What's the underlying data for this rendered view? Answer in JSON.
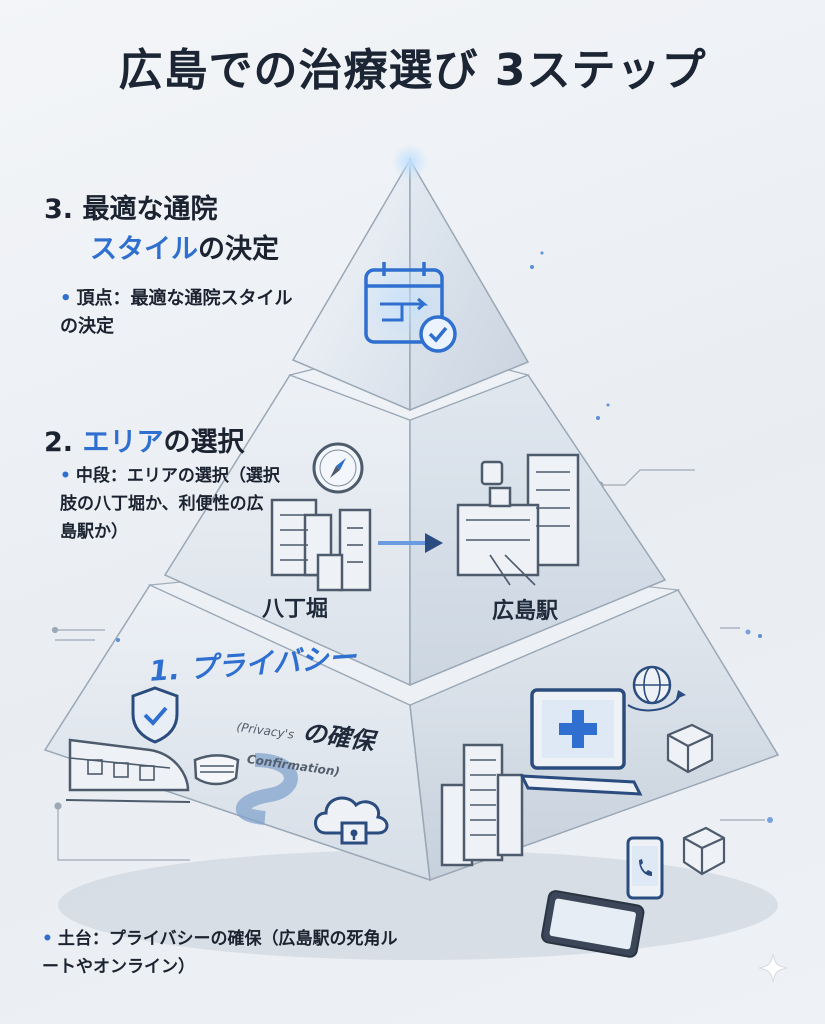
{
  "title": "広島での治療選び 3ステップ",
  "step3": {
    "heading_prefix": "3. 最適な通院",
    "heading_accent": "スタイル",
    "heading_suffix": "の決定",
    "bullet": "頂点：最適な通院スタイルの決定"
  },
  "step2": {
    "heading_prefix": "2. ",
    "heading_accent": "エリア",
    "heading_suffix": "の選択",
    "bullet": "中段：エリアの選択（選択肢の八丁堀か、利便性の広島駅か）",
    "label_left": "八丁堀",
    "label_right": "広島駅"
  },
  "step1": {
    "heading": "1. プライバシー",
    "heading_suffix": "の確保",
    "english_open": "(Privacy's",
    "english_close": "Confirmation)",
    "bullet": "土台：プライバシーの確保（広島駅の死角ルートやオンライン）"
  },
  "colors": {
    "accent": "#2f6fd0",
    "text": "#1b2330",
    "glass": "#dfe6ee",
    "glow": "#8fc3ff"
  },
  "icons": [
    "calendar-check-icon",
    "compass-icon",
    "office-building-icon",
    "station-building-icon",
    "arrow-right-icon",
    "shield-check-icon",
    "train-icon",
    "mask-icon",
    "road-icon",
    "cloud-lock-icon",
    "laptop-medical-icon",
    "globe-arrows-icon",
    "package-icon",
    "smartphone-icon",
    "tablet-icon",
    "sparkle-icon"
  ]
}
